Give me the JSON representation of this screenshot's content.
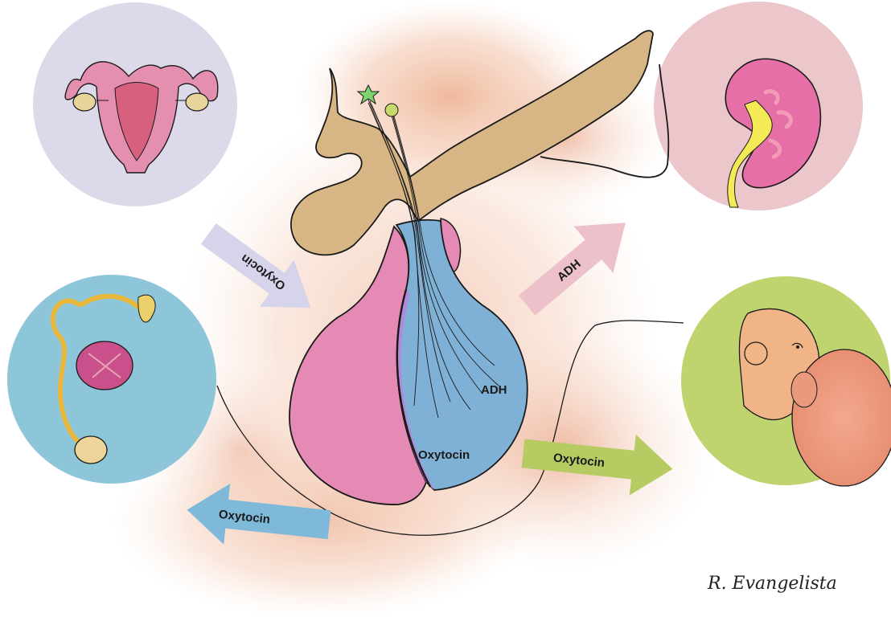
{
  "labels": {
    "adh_gland": "ADH",
    "oxytocin_gland": "Oxytocin",
    "arrow_uterus": "Oxytocin",
    "arrow_kidney": "ADH",
    "arrow_breastfeeding": "Oxytocin",
    "arrow_male": "Oxytocin"
  },
  "signature": "R. Evangelista",
  "icons": {
    "uterus": "uterus-icon",
    "kidney": "kidney-icon",
    "male_reproductive": "male-reproductive-icon",
    "breastfeeding": "breastfeeding-icon",
    "pituitary": "pituitary-gland-icon"
  },
  "colors": {
    "anterior_lobe": "#e48ab4",
    "posterior_lobe": "#7fb0d6",
    "hypothalamus": "#d8b584",
    "uterus_circle_bg": "#dcdaea",
    "kidney_circle_bg": "#ebc6cb",
    "male_circle_bg": "#8ec6d9",
    "breastfeeding_circle_bg": "#bfd36e",
    "arrow_uterus": "#d6d4ea",
    "arrow_kidney": "#ecc1c9",
    "arrow_breastfeeding": "#b6cc62",
    "arrow_male": "#7fb9da"
  }
}
